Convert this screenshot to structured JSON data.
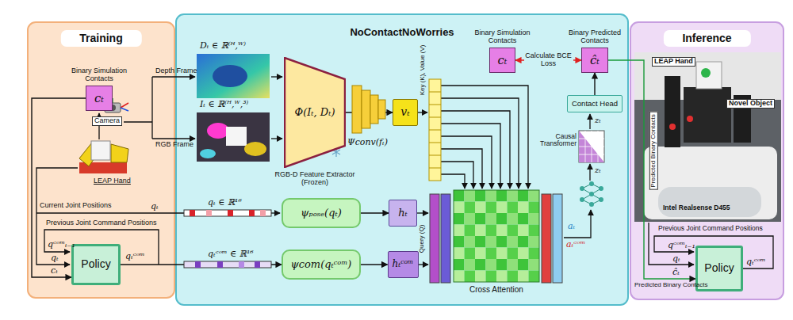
{
  "diagram": {
    "nodes": [
      {
        "text": [
          "Training"
        ]
      },
      {
        "text": [
          "Binary Simulation Contacts",
          "cₜ"
        ],
        "in": 0
      },
      {
        "text": [
          "Policy"
        ],
        "in": 0
      },
      {
        "text": [
          "NoContactNoWorries"
        ]
      },
      {
        "text": [
          "Φ(Iₜ, Dₜ)",
          "RGB-D Feature Extractor (Frozen)"
        ],
        "in": 3
      },
      {
        "text": [
          "vₜ"
        ],
        "in": 3
      },
      {
        "text": [
          "Binary Simulation Contacts",
          "cₜ"
        ],
        "in": 3
      },
      {
        "text": [
          "Binary Predicted Contacts",
          "ĉₜ"
        ],
        "in": 3
      },
      {
        "text": [
          "Contact Head"
        ],
        "in": 3
      },
      {
        "text": [
          "ψₚₒₛₑ(qₜ)"
        ],
        "in": 3
      },
      {
        "text": [
          "hₜ"
        ],
        "in": 3
      },
      {
        "text": [
          "ψcom(qₜᶜᵒᵐ)"
        ],
        "in": 3
      },
      {
        "text": [
          "hₜᶜᵒᵐ"
        ],
        "in": 3
      },
      {
        "text": [
          "Inference"
        ]
      },
      {
        "text": [
          "Policy"
        ],
        "in": 13
      }
    ],
    "edges": [
      {
        "from": 1,
        "to": 2,
        "arrow": "to"
      },
      {
        "from": 2,
        "to": 11,
        "arrow": "to"
      },
      {
        "from": 4,
        "to": 5,
        "arrow": "to"
      },
      {
        "from": 9,
        "to": 10,
        "arrow": "to"
      },
      {
        "from": 11,
        "to": 12,
        "arrow": "to"
      },
      {
        "from": 6,
        "to": 7,
        "label": "Calculate BCE Loss",
        "arrow": "both"
      },
      {
        "from": 8,
        "to": 7,
        "arrow": "to"
      },
      {
        "from": 7,
        "to": 14,
        "arrow": "to"
      }
    ],
    "labels": [
      "Camera",
      "Depth Frame",
      "RGB Frame",
      "LEAP Hand",
      "Current Joint Positions",
      "qₜ",
      "Previous Joint Command Positions",
      "qᶜᵒᵐₜ₋₁",
      "qₜ",
      "cₜ",
      "qₜᶜᵒᵐ",
      "Dₜ ∈ ℝ⁽ᴴ,ᵂ⁾",
      "Iₜ ∈ ℝ⁽ᴴ,ᵂ,³⁾",
      "Ψconv(fₜ)",
      "Key (K), Value (V)",
      "qₜ ∈ ℝ¹⁶",
      "qₜᶜᵒᵐ ∈ ℝ¹⁶",
      "Query (Q)",
      "Cross Attention",
      "Causal Transformer",
      "zₜ",
      "zₜ",
      "aₜ",
      "aₜᶜᵒᵐ",
      "LEAP Hand",
      "Novel Object",
      "Intel Realsense D455",
      "Predicted Binary Contacts",
      "Previous Joint Command Positions",
      "qᶜᵒᵐₜ₋₁",
      "qₜ",
      "ĉₜ",
      "qₜᶜᵒᵐ",
      "Predicted Binary Contacts"
    ]
  }
}
